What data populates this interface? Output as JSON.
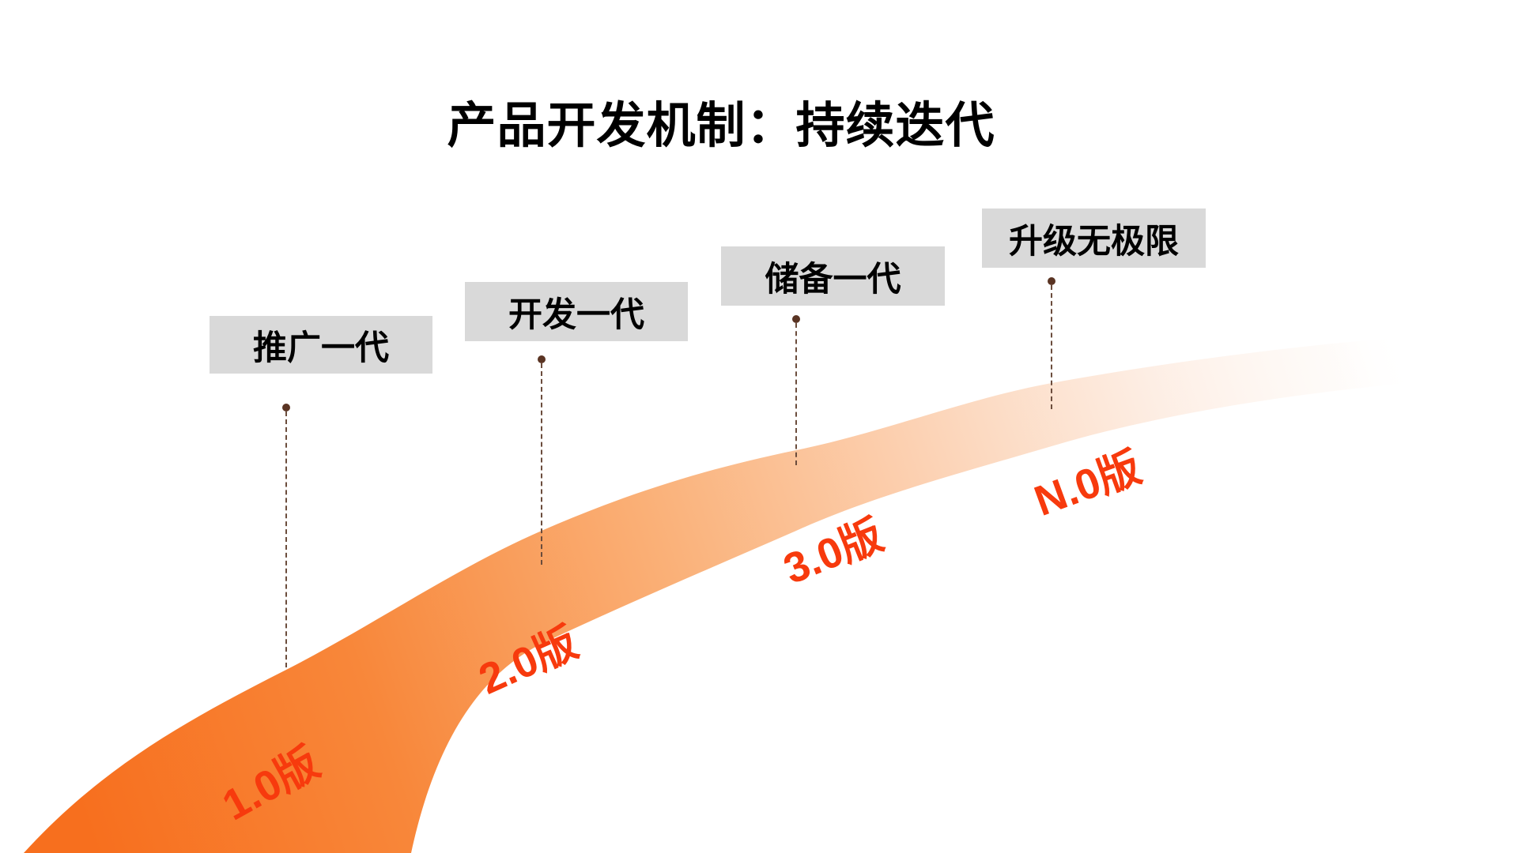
{
  "slide": {
    "title": "产品开发机制：持续迭代"
  },
  "milestones": [
    {
      "label": "推广一代",
      "version": "1.0版"
    },
    {
      "label": "开发一代",
      "version": "2.0版"
    },
    {
      "label": "储备一代",
      "version": "3.0版"
    },
    {
      "label": "升级无极限",
      "version": "N.0版"
    }
  ],
  "colors": {
    "title_text": "#000000",
    "label_box_bg": "#d9d9d9",
    "label_text": "#000000",
    "version_text": "#f73a0d",
    "connector_line": "#6b4c3c",
    "connector_dot": "#5a3423",
    "curve_start": "#f76f1e",
    "curve_mid": "#fab276",
    "curve_end_fade": "#ffffff"
  },
  "icons": {
    "swoosh_curve": "upward-fading-arc"
  }
}
